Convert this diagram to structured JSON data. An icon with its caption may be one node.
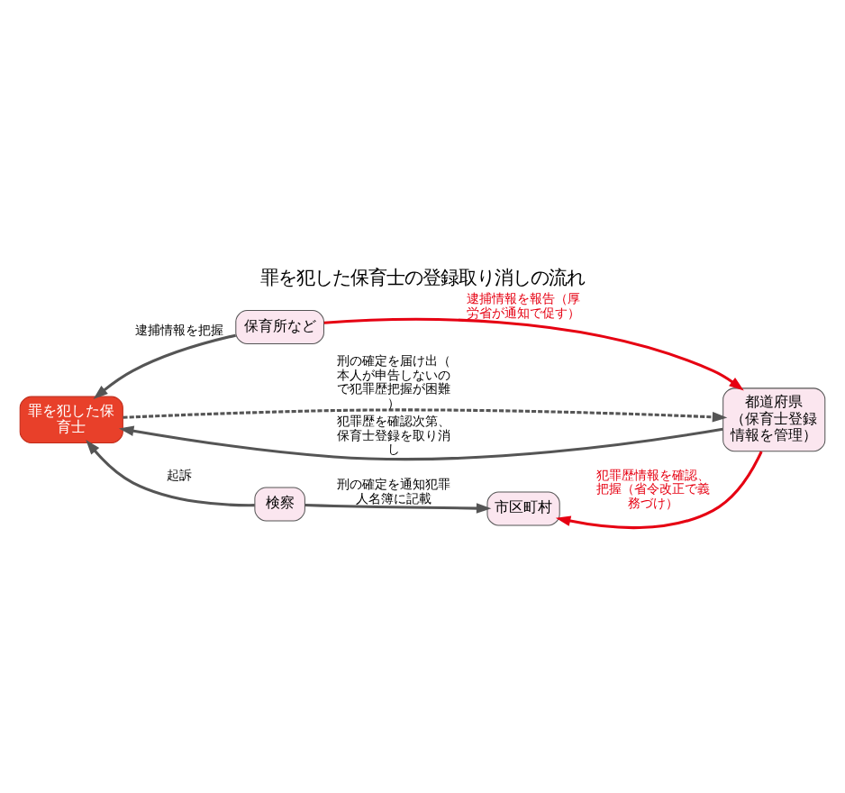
{
  "diagram": {
    "title": "罪を犯した保育士の登録取り消しの流れ",
    "nodes": [
      {
        "text": [
          "罪を犯した保育士"
        ]
      },
      {
        "text": [
          "保育所など"
        ]
      },
      {
        "text": [
          "都道府県",
          "（保育士登録情報を管理）"
        ]
      },
      {
        "text": [
          "検察"
        ]
      },
      {
        "text": [
          "市区町村"
        ]
      }
    ],
    "edges": [
      {
        "from": 1,
        "to": 0,
        "arrow": "to",
        "label": "逮捕情報を把握"
      },
      {
        "from": 1,
        "to": 2,
        "arrow": "to",
        "label": "逮捕情報を報告（厚労省が通知で促す）",
        "color": "#e60012"
      },
      {
        "from": 0,
        "to": 2,
        "arrow": "to",
        "style": "dashed",
        "label": "刑の確定を届け出（本人が申告しないので犯罪歴把握が困難）"
      },
      {
        "from": 2,
        "to": 0,
        "arrow": "to",
        "label": "犯罪歴を確認次第、保育士登録を取り消し"
      },
      {
        "from": 3,
        "to": 0,
        "arrow": "to",
        "label": "起訴"
      },
      {
        "from": 3,
        "to": 4,
        "arrow": "to",
        "label": "刑の確定を通知犯罪人名簿に記載"
      },
      {
        "from": 2,
        "to": 4,
        "arrow": "to",
        "label": "犯罪歴情報を確認、把握（省令改正で義務づけ）",
        "color": "#e60012"
      }
    ]
  }
}
